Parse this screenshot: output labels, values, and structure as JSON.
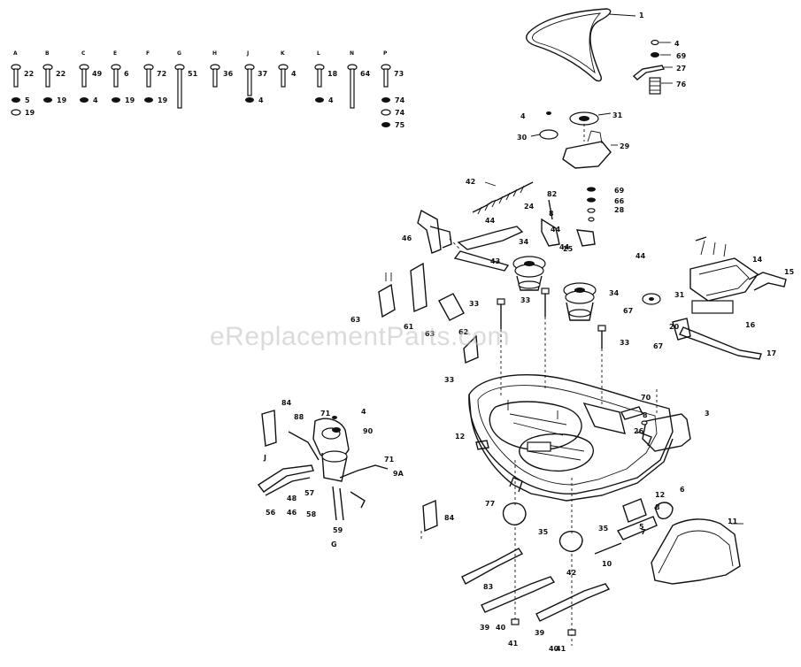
{
  "watermark": "eReplacementParts.com",
  "hardware": [
    {
      "letter": "A",
      "nums": [
        "22",
        "5",
        "19"
      ]
    },
    {
      "letter": "B",
      "nums": [
        "22",
        "19"
      ]
    },
    {
      "letter": "C",
      "nums": [
        "49",
        "4"
      ]
    },
    {
      "letter": "E",
      "nums": [
        "6",
        "19"
      ]
    },
    {
      "letter": "F",
      "nums": [
        "72",
        "19"
      ]
    },
    {
      "letter": "G",
      "nums": [
        "51"
      ]
    },
    {
      "letter": "H",
      "nums": [
        "36"
      ]
    },
    {
      "letter": "J",
      "nums": [
        "37",
        "4"
      ]
    },
    {
      "letter": "K",
      "nums": [
        "4"
      ]
    },
    {
      "letter": "L",
      "nums": [
        "18",
        "4"
      ]
    },
    {
      "letter": "N",
      "nums": [
        "64"
      ]
    },
    {
      "letter": "P",
      "nums": [
        "73",
        "74",
        "74",
        "75"
      ]
    }
  ],
  "callouts": [
    "1",
    "4",
    "69",
    "27",
    "76",
    "4",
    "31",
    "30",
    "29",
    "69",
    "66",
    "28",
    "42",
    "82",
    "24",
    "8",
    "44",
    "46",
    "44",
    "43",
    "34",
    "44",
    "25",
    "62",
    "34",
    "44",
    "14",
    "15",
    "31",
    "16",
    "17",
    "33",
    "33",
    "33",
    "67",
    "67",
    "20",
    "63",
    "61",
    "63",
    "33",
    "70",
    "8",
    "26",
    "3",
    "12",
    "84",
    "88",
    "4",
    "90",
    "71",
    "71",
    "9A",
    "57",
    "46",
    "48",
    "58",
    "59",
    "77",
    "35",
    "35",
    "12",
    "7",
    "8",
    "10",
    "42",
    "11",
    "83",
    "39",
    "40",
    "41",
    "39",
    "40",
    "41",
    "56",
    "84",
    "6",
    "5",
    "J",
    "G"
  ]
}
